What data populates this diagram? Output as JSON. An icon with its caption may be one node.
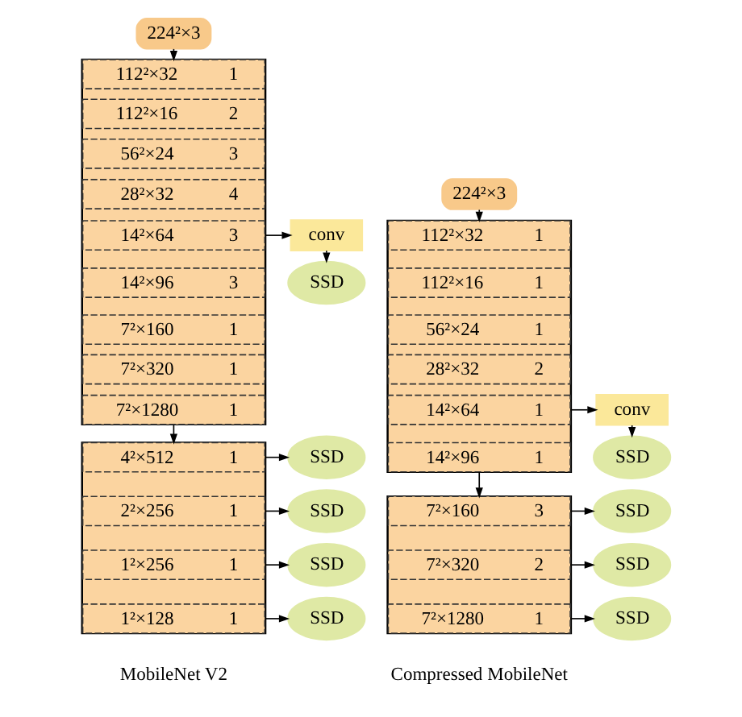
{
  "diagram": {
    "nodes": [
      {
        "text": [
          "224²×3"
        ]
      },
      {
        "text": [],
        "shape": "box"
      },
      {
        "text": [
          "112²×32",
          "1"
        ],
        "in": 1
      },
      {
        "text": [
          "112²×16",
          "2"
        ],
        "in": 1
      },
      {
        "text": [
          "56²×24",
          "3"
        ],
        "in": 1
      },
      {
        "text": [
          "28²×32",
          "4"
        ],
        "in": 1
      },
      {
        "text": [
          "14²×64",
          "3"
        ],
        "in": 1
      },
      {
        "text": [
          "14²×96",
          "3"
        ],
        "in": 1
      },
      {
        "text": [
          "7²×160",
          "1"
        ],
        "in": 1
      },
      {
        "text": [
          "7²×320",
          "1"
        ],
        "in": 1
      },
      {
        "text": [
          "7²×1280",
          "1"
        ],
        "in": 1
      },
      {
        "text": [
          "conv"
        ]
      },
      {
        "text": [
          "SSD"
        ]
      },
      {
        "text": [],
        "shape": "box"
      },
      {
        "text": [
          "4²×512",
          "1"
        ],
        "in": 13
      },
      {
        "text": [
          "2²×256",
          "1"
        ],
        "in": 13
      },
      {
        "text": [
          "1²×256",
          "1"
        ],
        "in": 13
      },
      {
        "text": [
          "1²×128",
          "1"
        ],
        "in": 13
      },
      {
        "text": [
          "SSD"
        ]
      },
      {
        "text": [
          "SSD"
        ]
      },
      {
        "text": [
          "SSD"
        ]
      },
      {
        "text": [
          "SSD"
        ]
      },
      {
        "text": [
          "224²×3"
        ]
      },
      {
        "text": [],
        "shape": "box"
      },
      {
        "text": [
          "112²×32",
          "1"
        ],
        "in": 23
      },
      {
        "text": [
          "112²×16",
          "1"
        ],
        "in": 23
      },
      {
        "text": [
          "56²×24",
          "1"
        ],
        "in": 23
      },
      {
        "text": [
          "28²×32",
          "2"
        ],
        "in": 23
      },
      {
        "text": [
          "14²×64",
          "1"
        ],
        "in": 23
      },
      {
        "text": [
          "14²×96",
          "1"
        ],
        "in": 23
      },
      {
        "text": [
          "conv"
        ]
      },
      {
        "text": [
          "SSD"
        ]
      },
      {
        "text": [],
        "shape": "box"
      },
      {
        "text": [
          "7²×160",
          "3"
        ],
        "in": 32
      },
      {
        "text": [
          "7²×320",
          "2"
        ],
        "in": 32
      },
      {
        "text": [
          "7²×1280",
          "1"
        ],
        "in": 32
      },
      {
        "text": [
          "SSD"
        ]
      },
      {
        "text": [
          "SSD"
        ]
      },
      {
        "text": [
          "SSD"
        ]
      }
    ],
    "edges": [
      {
        "from": 0,
        "to": 1,
        "arrow": "to"
      },
      {
        "from": 6,
        "to": 11,
        "arrow": "to"
      },
      {
        "from": 11,
        "to": 12,
        "arrow": "to"
      },
      {
        "from": 1,
        "to": 13,
        "arrow": "to"
      },
      {
        "from": 14,
        "to": 18,
        "arrow": "to"
      },
      {
        "from": 15,
        "to": 19,
        "arrow": "to"
      },
      {
        "from": 16,
        "to": 20,
        "arrow": "to"
      },
      {
        "from": 17,
        "to": 21,
        "arrow": "to"
      },
      {
        "from": 22,
        "to": 23,
        "arrow": "to"
      },
      {
        "from": 28,
        "to": 30,
        "arrow": "to"
      },
      {
        "from": 30,
        "to": 31,
        "arrow": "to"
      },
      {
        "from": 23,
        "to": 32,
        "arrow": "to"
      },
      {
        "from": 33,
        "to": 36,
        "arrow": "to"
      },
      {
        "from": 34,
        "to": 37,
        "arrow": "to"
      },
      {
        "from": 35,
        "to": 38,
        "arrow": "to"
      }
    ],
    "labels": [
      "MobileNet V2",
      "Compressed MobileNet"
    ]
  }
}
